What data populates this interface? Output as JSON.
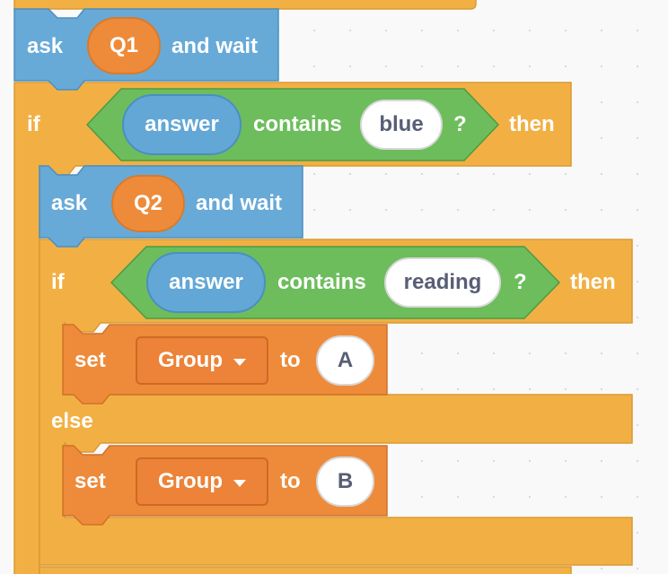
{
  "colors": {
    "control": "#f2b044",
    "control_border": "#d99a33",
    "sensing": "#67aad8",
    "sensing_border": "#4d8fbf",
    "operator": "#6dbd5d",
    "operator_border": "#4f9a42",
    "variables": "#ee8b3a",
    "variables_border": "#d0712a"
  },
  "blocks": {
    "ask_q1": {
      "ask": "ask",
      "question": "Q1",
      "and_wait": "and wait"
    },
    "if_outer": {
      "if": "if",
      "reporter": "answer",
      "contains": "contains",
      "value": "blue",
      "question_mark": "?",
      "then": "then"
    },
    "ask_q2": {
      "ask": "ask",
      "question": "Q2",
      "and_wait": "and wait"
    },
    "if_inner": {
      "if": "if",
      "reporter": "answer",
      "contains": "contains",
      "value": "reading",
      "question_mark": "?",
      "then": "then",
      "else": "else"
    },
    "set_a": {
      "set": "set",
      "variable": "Group",
      "to": "to",
      "value": "A"
    },
    "set_b": {
      "set": "set",
      "variable": "Group",
      "to": "to",
      "value": "B"
    }
  }
}
